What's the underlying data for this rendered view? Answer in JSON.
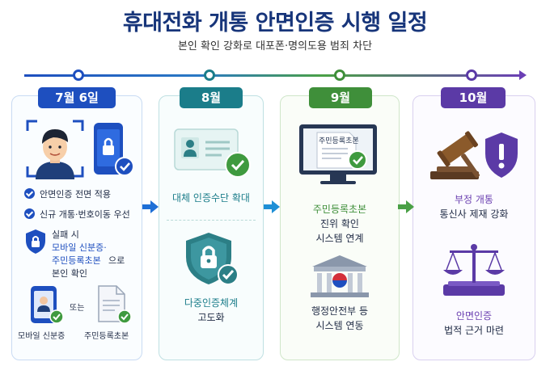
{
  "header": {
    "title": "휴대전화 개통 안면인증 시행 일정",
    "subtitle": "본인 확인 강화로 대포폰·명의도용 범죄 차단"
  },
  "colors": {
    "july": "#1e4fbf",
    "august": "#1b7d8a",
    "september": "#3f8f3a",
    "october": "#5b3aa6"
  },
  "stages": [
    {
      "badge": "7월 6일",
      "items": [
        "안면인증 전면 적용",
        "신규 개통·번호이동 우선"
      ],
      "fail_line1": "실패 시",
      "fail_line2": "모바일 신분증·",
      "fail_line3": "주민등록초본",
      "fail_line3_suffix": "으로",
      "fail_line4": "본인 확인",
      "or_text": "또는",
      "caption_left": "모바일 신분증",
      "caption_right": "주민등록초본"
    },
    {
      "badge": "8월",
      "item1": "대체 인증수단 확대",
      "item2_line1": "다중인증체계",
      "item2_line2": "고도화"
    },
    {
      "badge": "9월",
      "doc_label": "주민등록초본",
      "item1_line1": "주민등록초본",
      "item1_line2": "진위 확인",
      "item1_line3": "시스템 연계",
      "item2_line1": "행정안전부 등",
      "item2_line2": "시스템 연동"
    },
    {
      "badge": "10월",
      "item1_line1": "부정 개통",
      "item1_line2": "통신사 제재 강화",
      "item2_line1": "안면인증",
      "item2_line2": "법적 근거 마련"
    }
  ]
}
